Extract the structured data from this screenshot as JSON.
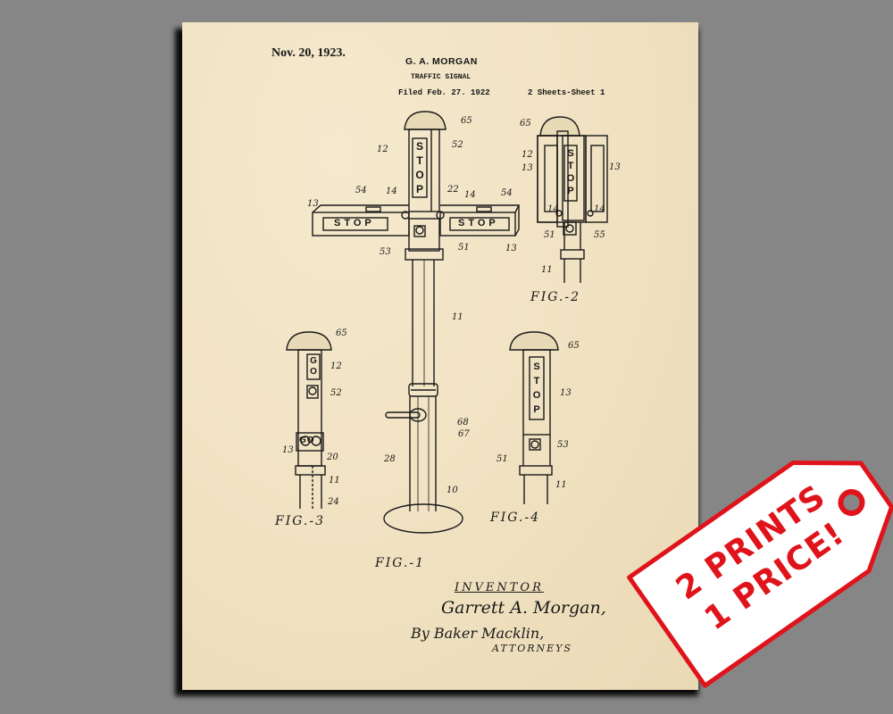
{
  "patent": {
    "date": "Nov. 20, 1923.",
    "inventor_header": "G. A. MORGAN",
    "title": "TRAFFIC SIGNAL",
    "filed": "Filed Feb. 27. 1922",
    "sheets": "2 Sheets-Sheet 1",
    "figures": {
      "fig1": "FIG.-1",
      "fig2": "FIG.-2",
      "fig3": "FIG.-3",
      "fig4": "FIG.-4"
    },
    "signs": {
      "stop": "STOP",
      "go": "GO"
    },
    "reference_numbers": {
      "fig1": [
        "65",
        "12",
        "52",
        "13",
        "54",
        "14",
        "22",
        "14",
        "54",
        "53",
        "51",
        "13",
        "11",
        "68",
        "67",
        "28",
        "10"
      ],
      "fig2": [
        "65",
        "12",
        "13",
        "13",
        "14",
        "14",
        "51",
        "55",
        "11"
      ],
      "fig3": [
        "65",
        "12",
        "52",
        "13",
        "20",
        "11",
        "24"
      ],
      "fig4": [
        "65",
        "13",
        "53",
        "51",
        "11"
      ]
    },
    "signature": {
      "label": "INVENTOR",
      "name": "Garrett A. Morgan,",
      "by": "By Baker Macklin,",
      "attorneys": "ATTORNEYS"
    }
  },
  "promo_tag": {
    "line1": "2 PRINTS",
    "line2": "1 PRICE!",
    "color": "#e0131b"
  },
  "colors": {
    "background": "#868686",
    "paper": "#f1e3c3",
    "ink": "#161616"
  }
}
